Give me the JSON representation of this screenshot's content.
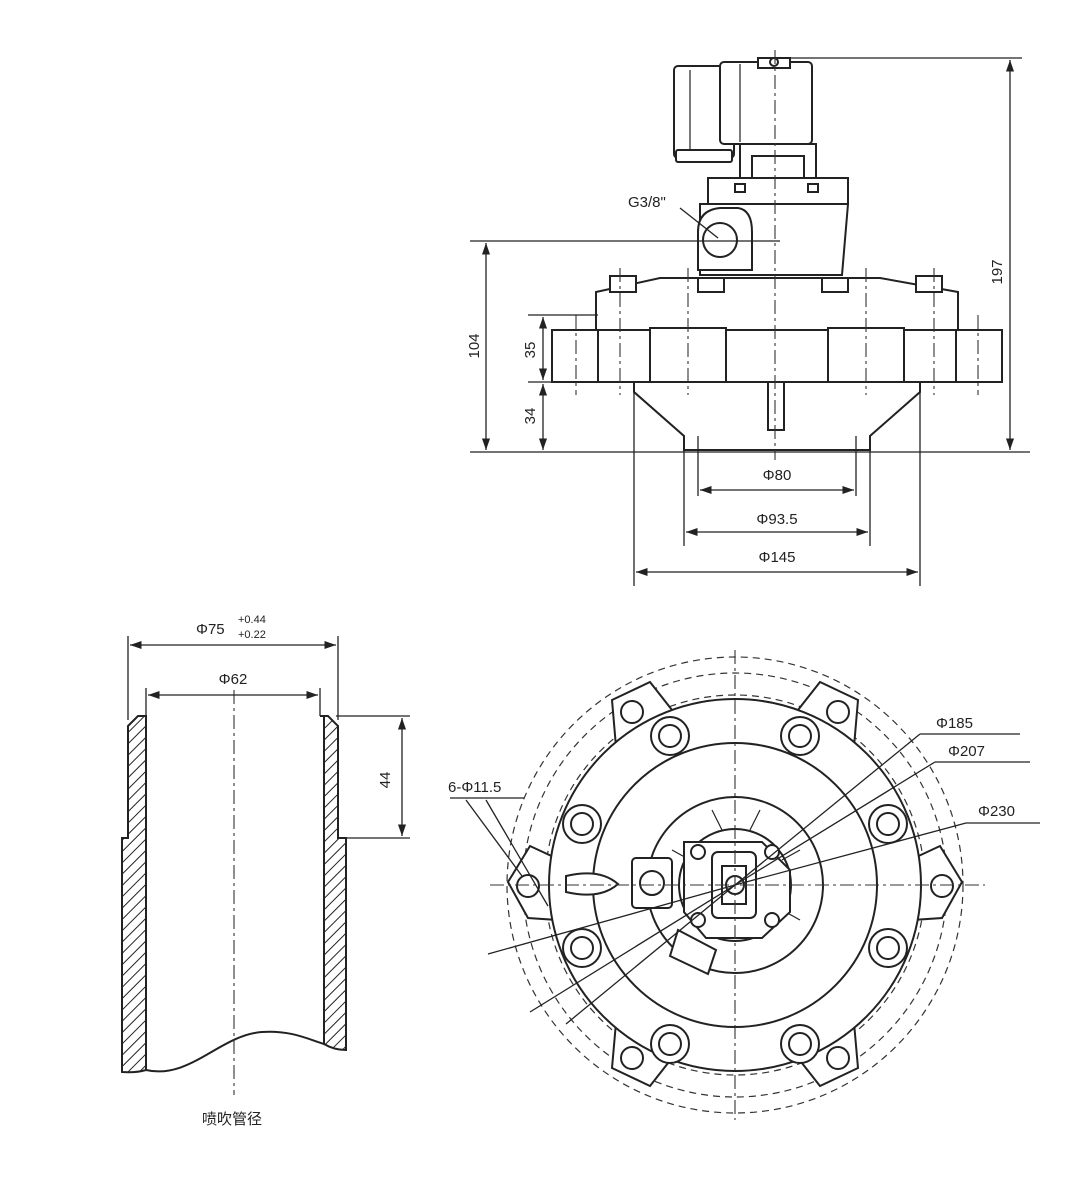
{
  "side_view": {
    "port_label": "G3/8\"",
    "height_total": "197",
    "height_body": "104",
    "height_flange": "35",
    "height_outlet": "34",
    "dia_inner": "Φ80",
    "dia_mid": "Φ93.5",
    "dia_outer": "Φ145"
  },
  "pipe_view": {
    "dia_outer": "Φ75",
    "tol_upper": "+0.44",
    "tol_lower": "+0.22",
    "dia_inner": "Φ62",
    "socket_depth": "44",
    "caption": "喷吹管径"
  },
  "top_view": {
    "hole_label": "6-Φ11.5",
    "dia_1": "Φ185",
    "dia_2": "Φ207",
    "dia_3": "Φ230"
  }
}
